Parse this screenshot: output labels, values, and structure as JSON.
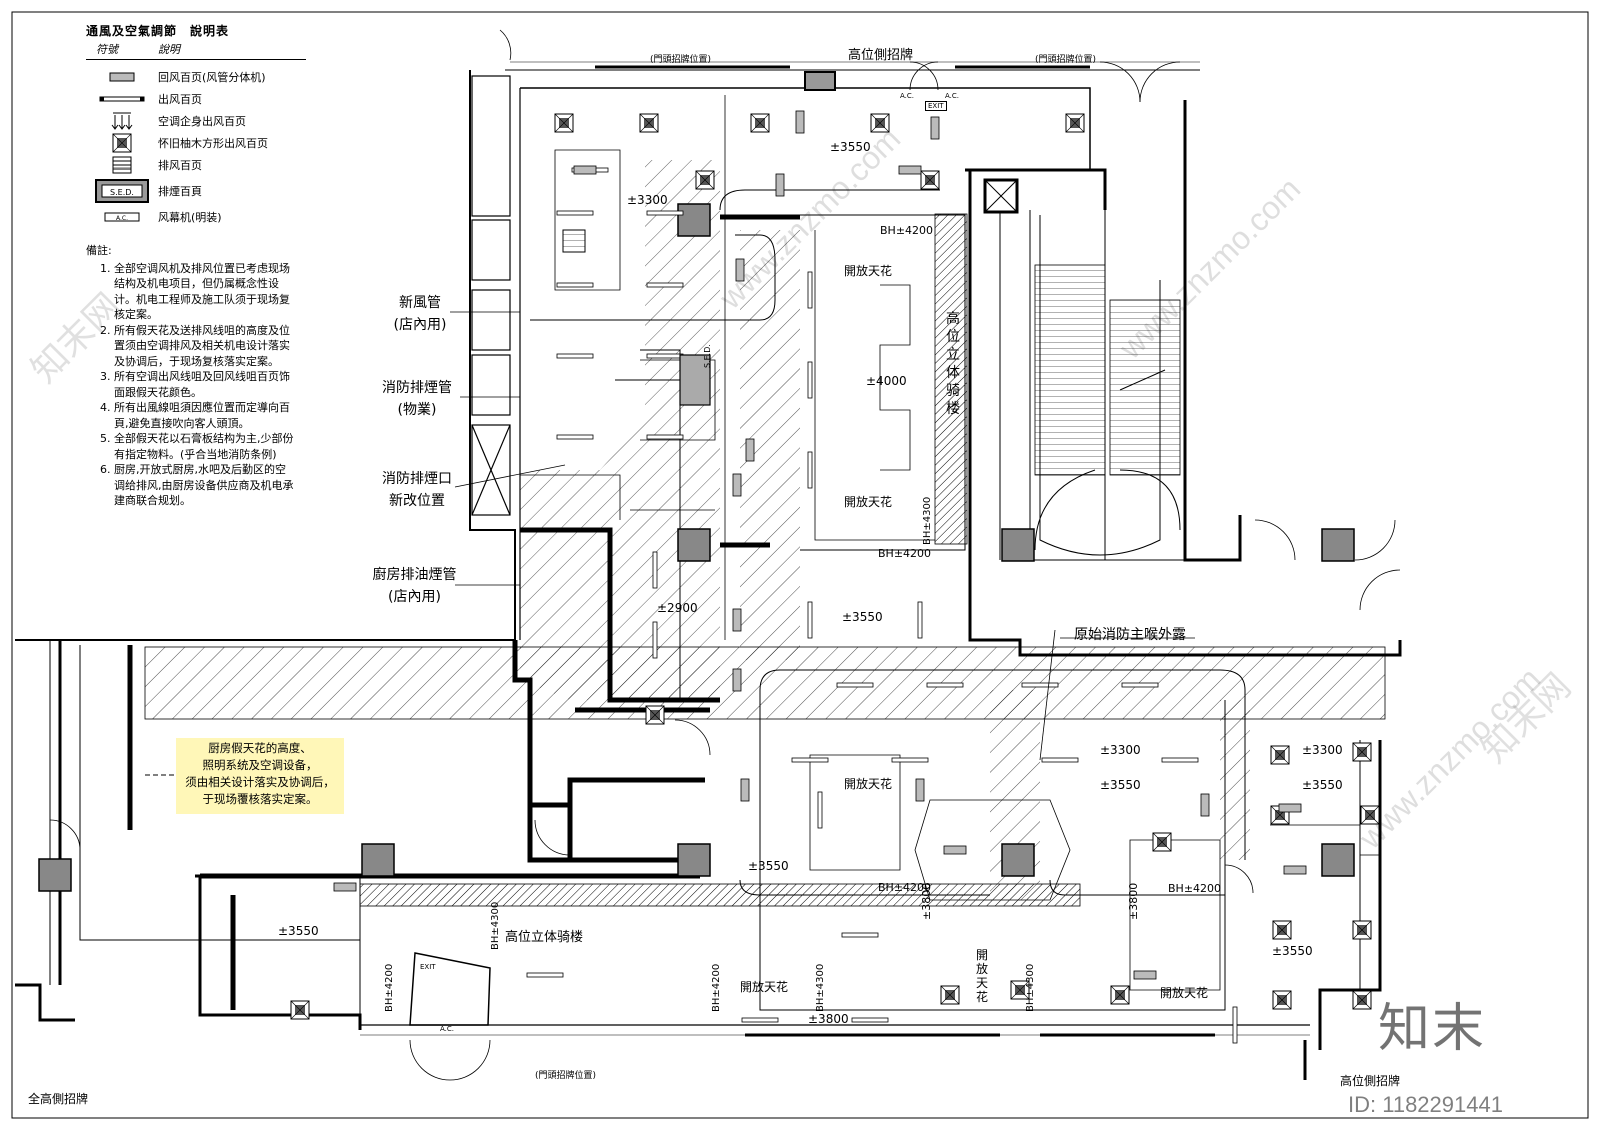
{
  "legend": {
    "title": "通風及空氣調節　說明表",
    "col_symbol": "符號",
    "col_desc": "說明",
    "items": [
      {
        "icon": "return-grille-icon",
        "label": "回风百页(风管分体机)"
      },
      {
        "icon": "supply-grille-icon",
        "label": "出风百页"
      },
      {
        "icon": "ac-supply-arrows-icon",
        "label": "空调企身出风百页"
      },
      {
        "icon": "square-diffuser-icon",
        "label": "怀旧柚木方形出风百页"
      },
      {
        "icon": "exhaust-grille-icon",
        "label": "排风百页"
      },
      {
        "icon": "smoke-exhaust-icon",
        "label": "排煙百頁",
        "tag": "S.E.D."
      },
      {
        "icon": "air-curtain-icon",
        "label": "风幕机(明装)",
        "tag": "A.C."
      }
    ]
  },
  "notes": {
    "title": "備註:",
    "items": [
      "全部空调风机及排风位置已考虑现场结构及机电项目，但仍属概念性设计。机电工程师及施工队须于现场复核定案。",
      "所有假天花及送排风线咀的高度及位置须由空调排风及相关机电设计落实及协调后，于现场复核落实定案。",
      "所有空调出风线咀及回风线咀百页饰面跟假天花颜色。",
      "所有出風線咀須因應位置而定導向百頁,避免直接吹向客人頭頂。",
      "全部假天花以石膏板结构为主,少部份有指定物料。(乎合当地消防条例)",
      "厨房,开放式厨房,水吧及后勤区的空调给排风,由厨房设备供应商及机电承建商联合规划。"
    ]
  },
  "callouts": {
    "fresh_air_1": "新風管",
    "fresh_air_2": "(店內用)",
    "smoke_pipe_1": "消防排煙管",
    "smoke_pipe_2": "(物業)",
    "smoke_outlet_1": "消防排煙口",
    "smoke_outlet_2": "新改位置",
    "kitchen_pipe_1": "廚房排油煙管",
    "kitchen_pipe_2": "(店內用)",
    "fire_main": "原始消防主喉外露",
    "kitchen_note": [
      "厨房假天花的高度、",
      "照明系统及空调设备，",
      "须由相关设计落实及协调后，",
      "于现场覆核落实定案。"
    ]
  },
  "labels": {
    "high_sign_top": "高位側招牌",
    "door_sign": "(門頭招牌位置)",
    "full_side_sign": "全高側招牌",
    "side_sign_right": "高位側招牌",
    "arcade_vertical": "高位立体骑楼",
    "arcade_horizontal": "高位立体骑楼",
    "open_ceiling": "開放天花",
    "exit": "EXIT",
    "ac": "A.C.",
    "sed": "S.E.D.",
    "h3550": "±3550",
    "h3300": "±3300",
    "h4000": "±4000",
    "h2900": "±2900",
    "h3800": "±3800",
    "bh4200": "BH±4200",
    "bh4300": "BH±4300"
  },
  "watermark": {
    "site": "www.znzmo.com",
    "brand": "知末网",
    "logo": "知末",
    "id": "ID: 1182291441"
  }
}
